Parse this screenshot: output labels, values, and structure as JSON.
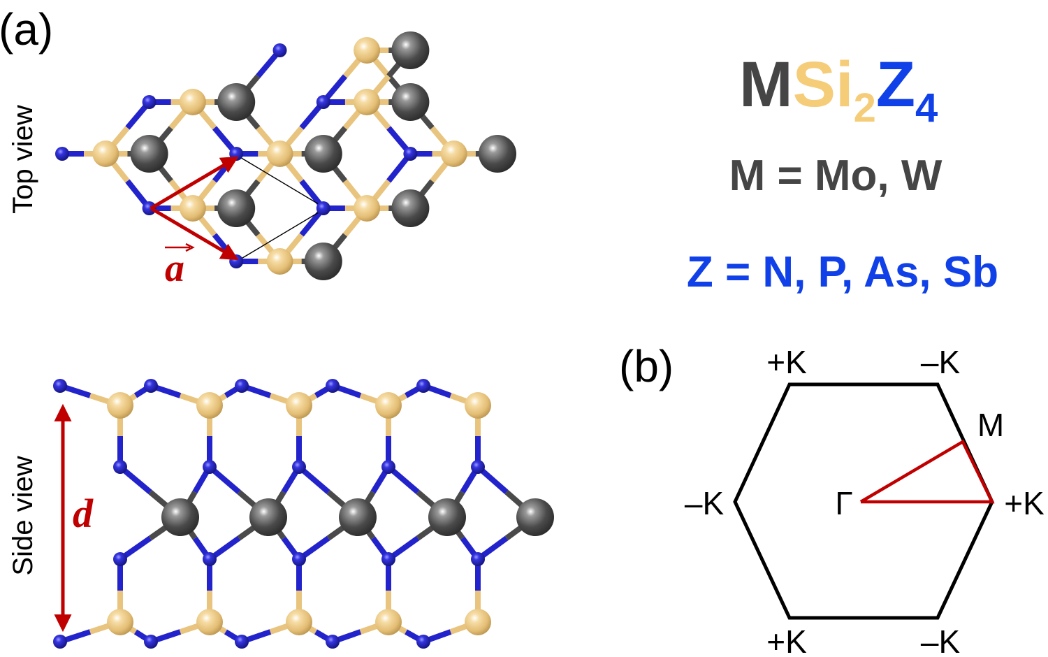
{
  "panel_a": {
    "label": "(a)",
    "top_view_label": "Top view",
    "side_view_label": "Side view",
    "vector_a": "a",
    "thickness_d": "d"
  },
  "formula": {
    "m": "M",
    "si": "Si",
    "si_sub": "2",
    "z": "Z",
    "z_sub": "4",
    "m_def": "M = Mo, W",
    "z_def": "Z = N, P, As, Sb"
  },
  "panel_b": {
    "label": "(b)",
    "k_top_left": "+K",
    "k_top_right": "–K",
    "k_left": "–K",
    "k_right": "+K",
    "k_bottom_left": "+K",
    "k_bottom_right": "–K",
    "m_point": "M",
    "gamma_point": "Γ"
  },
  "colors": {
    "metal": "#4a4a4a",
    "silicon": "#e8c47e",
    "pnictogen": "#2323cc",
    "vector": "#c00000",
    "formula_m": "#454545",
    "formula_si": "#f5cc78",
    "formula_z": "#1040e8"
  }
}
